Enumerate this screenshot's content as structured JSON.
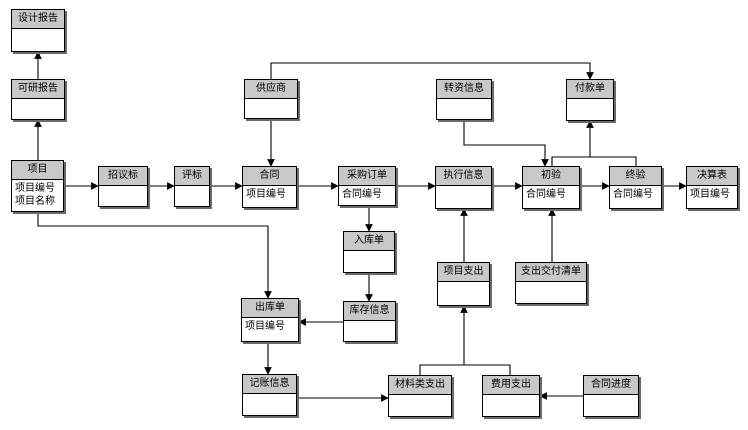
{
  "entities": {
    "design_report": {
      "title": "设计报告",
      "fields": []
    },
    "feasibility": {
      "title": "可研报告",
      "fields": []
    },
    "project": {
      "title": "项目",
      "fields": [
        "项目编号",
        "项目名称"
      ]
    },
    "tender": {
      "title": "招议标",
      "fields": []
    },
    "evaluation": {
      "title": "评标",
      "fields": []
    },
    "supplier": {
      "title": "供应商",
      "fields": []
    },
    "contract": {
      "title": "合同",
      "fields": [
        "项目编号"
      ]
    },
    "purchase_order": {
      "title": "采购订单",
      "fields": [
        "合同编号"
      ]
    },
    "inbound": {
      "title": "入库单",
      "fields": []
    },
    "stock_info": {
      "title": "库存信息",
      "fields": []
    },
    "outbound": {
      "title": "出库单",
      "fields": [
        "项目编号"
      ]
    },
    "ledger_info": {
      "title": "记账信息",
      "fields": []
    },
    "material_expense": {
      "title": "材料类支出",
      "fields": []
    },
    "fee_expense": {
      "title": "费用支出",
      "fields": []
    },
    "contract_progress": {
      "title": "合同进度",
      "fields": []
    },
    "project_expense": {
      "title": "项目支出",
      "fields": []
    },
    "execution_info": {
      "title": "执行信息",
      "fields": []
    },
    "transfer_info": {
      "title": "转资信息",
      "fields": []
    },
    "initial_check": {
      "title": "初验",
      "fields": [
        "合同编号"
      ]
    },
    "payment_doc": {
      "title": "付款单",
      "fields": []
    },
    "delivery_list": {
      "title": "支出交付清单",
      "fields": []
    },
    "final_check": {
      "title": "终验",
      "fields": [
        "合同编号"
      ]
    },
    "settlement": {
      "title": "决算表",
      "fields": [
        "项目编号"
      ]
    }
  }
}
